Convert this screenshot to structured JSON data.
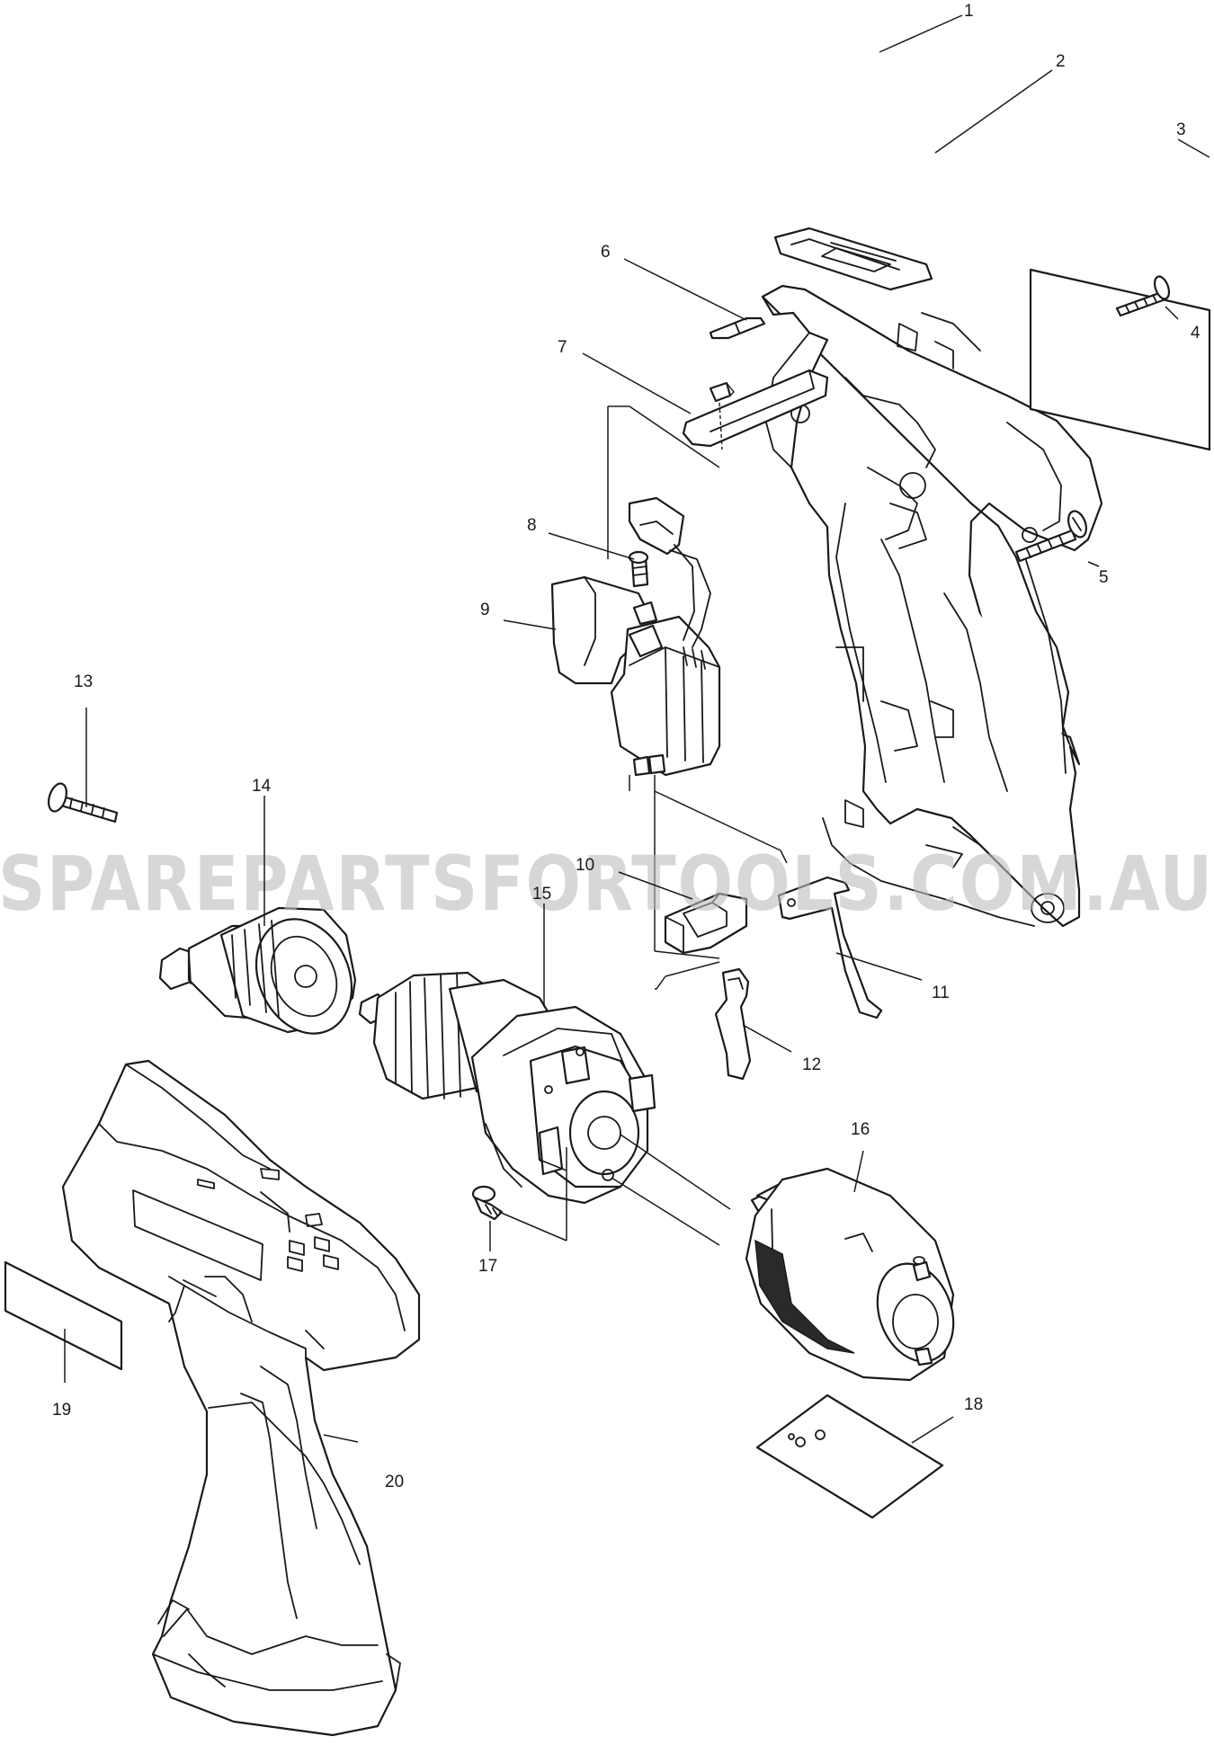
{
  "diagram": {
    "watermark": "SPAREPARTSFORTOOLS.COM.AU",
    "callouts": [
      {
        "id": "1",
        "label": "1"
      },
      {
        "id": "2",
        "label": "2"
      },
      {
        "id": "3",
        "label": "3"
      },
      {
        "id": "4",
        "label": "4"
      },
      {
        "id": "5",
        "label": "5"
      },
      {
        "id": "6",
        "label": "6"
      },
      {
        "id": "7",
        "label": "7"
      },
      {
        "id": "8",
        "label": "8"
      },
      {
        "id": "9",
        "label": "9"
      },
      {
        "id": "10",
        "label": "10"
      },
      {
        "id": "11",
        "label": "11"
      },
      {
        "id": "12",
        "label": "12"
      },
      {
        "id": "13",
        "label": "13"
      },
      {
        "id": "14",
        "label": "14"
      },
      {
        "id": "15",
        "label": "15"
      },
      {
        "id": "16",
        "label": "16"
      },
      {
        "id": "17",
        "label": "17"
      },
      {
        "id": "18",
        "label": "18"
      },
      {
        "id": "19",
        "label": "19"
      },
      {
        "id": "20",
        "label": "20"
      }
    ]
  }
}
